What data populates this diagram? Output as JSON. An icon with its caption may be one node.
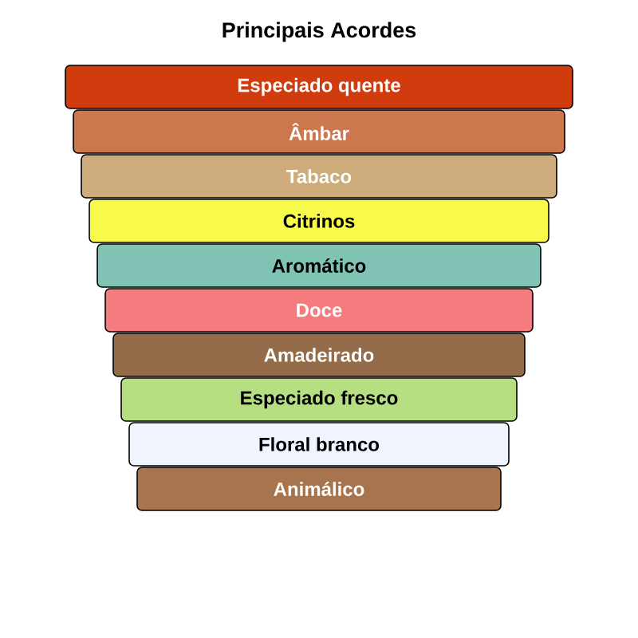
{
  "diagram": {
    "title": "Principais Acordes",
    "nodes": [
      {
        "text": [
          "Especiado quente"
        ]
      },
      {
        "text": [
          "Âmbar"
        ]
      },
      {
        "text": [
          "Tabaco"
        ]
      },
      {
        "text": [
          "Citrinos"
        ]
      },
      {
        "text": [
          "Aromático"
        ]
      },
      {
        "text": [
          "Doce"
        ]
      },
      {
        "text": [
          "Amadeirado"
        ]
      },
      {
        "text": [
          "Especiado fresco"
        ]
      },
      {
        "text": [
          "Floral branco"
        ]
      },
      {
        "text": [
          "Animálico"
        ]
      }
    ]
  }
}
